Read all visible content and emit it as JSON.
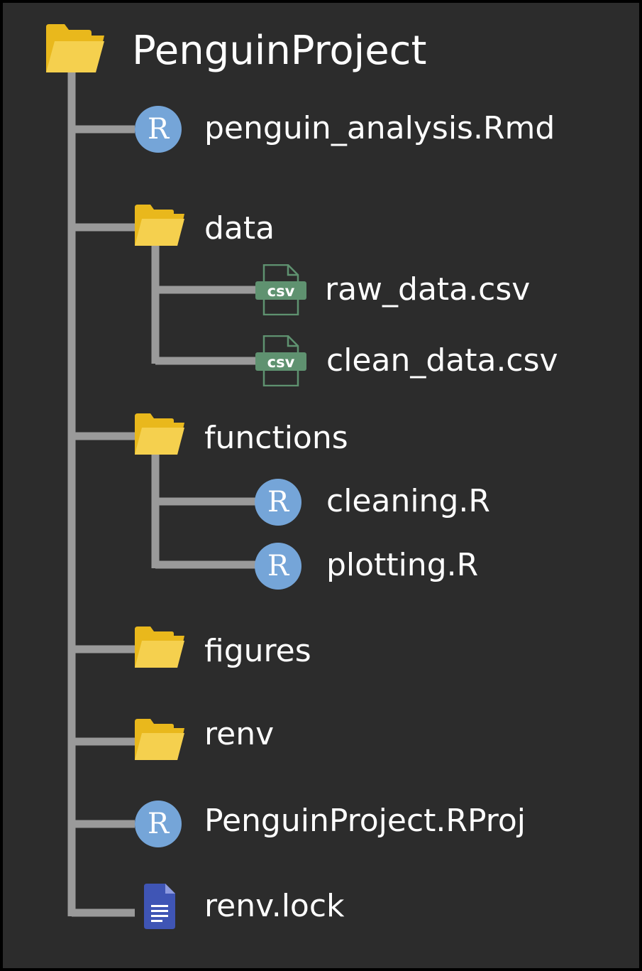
{
  "colors": {
    "background": "#2c2c2c",
    "border": "#000000",
    "connector": "#9a9a9a",
    "folder": "#f5d04e",
    "folder_back": "#e9b81c",
    "r_icon": "#75a5d8",
    "csv_icon": "#5f9270",
    "doc_icon": "#3f55b5",
    "text": "#ffffff"
  },
  "tree": {
    "root": {
      "label": "PenguinProject",
      "icon": "folder-icon"
    },
    "rmd": {
      "label": "penguin_analysis.Rmd",
      "icon": "r-icon",
      "glyph": "R"
    },
    "data": {
      "label": "data",
      "icon": "folder-icon"
    },
    "raw_data": {
      "label": "raw_data.csv",
      "icon": "csv-icon",
      "glyph": "csv"
    },
    "clean_data": {
      "label": "clean_data.csv",
      "icon": "csv-icon",
      "glyph": "csv"
    },
    "functions": {
      "label": "functions",
      "icon": "folder-icon"
    },
    "cleaning": {
      "label": "cleaning.R",
      "icon": "r-icon",
      "glyph": "R"
    },
    "plotting": {
      "label": "plotting.R",
      "icon": "r-icon",
      "glyph": "R"
    },
    "figures": {
      "label": "figures",
      "icon": "folder-icon"
    },
    "renv": {
      "label": "renv",
      "icon": "folder-icon"
    },
    "rproj": {
      "label": "PenguinProject.RProj",
      "icon": "r-icon",
      "glyph": "R"
    },
    "lock": {
      "label": "renv.lock",
      "icon": "document-icon"
    }
  }
}
